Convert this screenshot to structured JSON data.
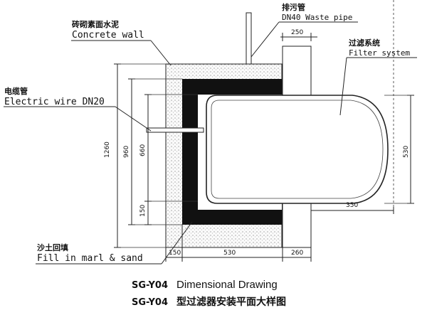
{
  "labels": {
    "concrete_wall_cn": "砖砌素面水泥",
    "concrete_wall_en": "Concrete wall",
    "waste_pipe_cn": "排污管",
    "waste_pipe_en": "DN40 Waste pipe",
    "filter_cn": "过滤系统",
    "filter_en": "Filter system",
    "electric_cn": "电缆管",
    "electric_en": "Electric wire DN20",
    "fill_cn": "沙土回填",
    "fill_en": "Fill in marl & sand"
  },
  "dimensions": {
    "d250_top": "250",
    "d1260": "1260",
    "d960": "960",
    "d660": "660",
    "d150_left": "150",
    "d530_right": "530",
    "d350": "350",
    "d150_bottom": "150",
    "d530_bottom": "530",
    "d260": "260"
  },
  "caption": {
    "code": "SG-Y04",
    "title_en": "Dimensional Drawing",
    "code2": "SG-Y04",
    "title_cn": "型过滤器安装平面大样图"
  }
}
